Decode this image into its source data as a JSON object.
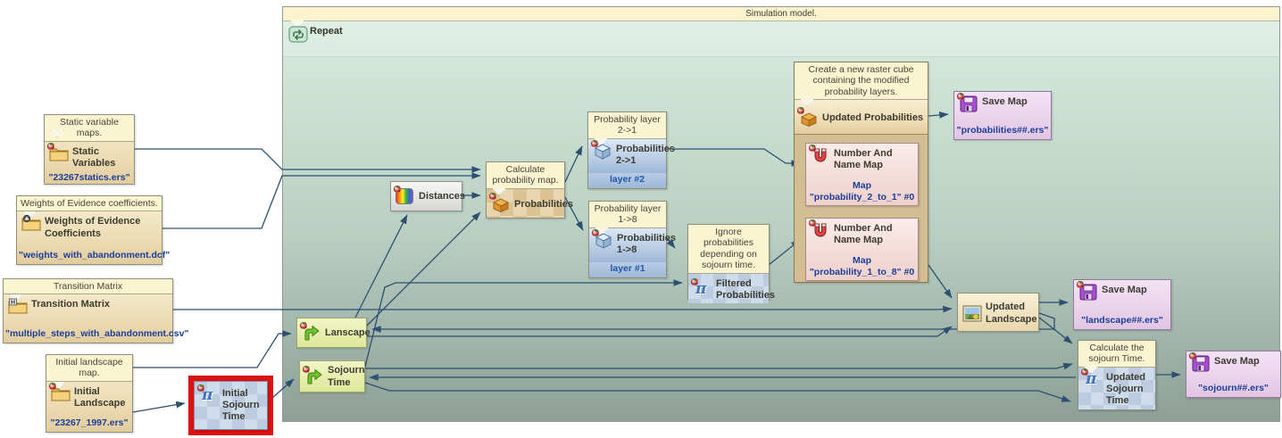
{
  "icons": {
    "pi": "π"
  },
  "repeat_container": {
    "title": "Simulation model.",
    "label": "Repeat"
  },
  "nodes": {
    "static_vars": {
      "header": "Static variable maps.",
      "label": "Static Variables",
      "value": "\"23267statics.ers\""
    },
    "weights": {
      "header": "Weights of Evidence coefficients.",
      "label": "Weights of Evidence Coefficients",
      "value": "\"weights_with_abandonment.dcf\""
    },
    "transition_matrix": {
      "header": "Transition Matrix",
      "label": "Transition Matrix",
      "value": "\"multiple_steps_with_abandonment.csv\""
    },
    "initial_landscape": {
      "header": "Initial landscape map.",
      "label": "Initial Landscape",
      "value": "\"23267_1997.ers\""
    },
    "initial_sojourn_time": {
      "label": "Initial Sojourn Time"
    },
    "lanscape": {
      "label": "Lanscape"
    },
    "sojourn_time": {
      "label": "Sojourn Time"
    },
    "distances": {
      "label": "Distances"
    },
    "probabilities": {
      "header": "Calculate probability map.",
      "label": "Probabilities"
    },
    "probabilities_2_1": {
      "header": "Probability layer 2->1",
      "label": "Probabilities 2->1",
      "value": "layer #2"
    },
    "probabilities_1_8": {
      "header": "Probability layer 1->8",
      "label": "Probabilities 1->8",
      "value": "layer #1"
    },
    "filtered_probabilities": {
      "header": "Ignore probabilities depending on sojourn time.",
      "label": "Filtered Probabilities"
    },
    "updated_probabilities": {
      "header": "Create a new raster cube containing the modified probability layers.",
      "label": "Updated Probabilities"
    },
    "number_name_map_1": {
      "label": "Number And Name Map",
      "value": "Map \"probability_2_to_1\" #0"
    },
    "number_name_map_2": {
      "label": "Number And Name Map",
      "value": "Map \"probability_1_to_8\" #0"
    },
    "save_probabilities": {
      "label": "Save Map",
      "value": "\"probabilities##.ers\""
    },
    "updated_landscape": {
      "label": "Updated Landscape"
    },
    "save_landscape": {
      "label": "Save Map",
      "value": "\"landscape##.ers\""
    },
    "updated_sojourn_time": {
      "header": "Calculate the sojourn Time.",
      "label": "Updated Sojourn Time"
    },
    "save_sojourn": {
      "label": "Save Map",
      "value": "\"sojourn##.ers\""
    }
  }
}
